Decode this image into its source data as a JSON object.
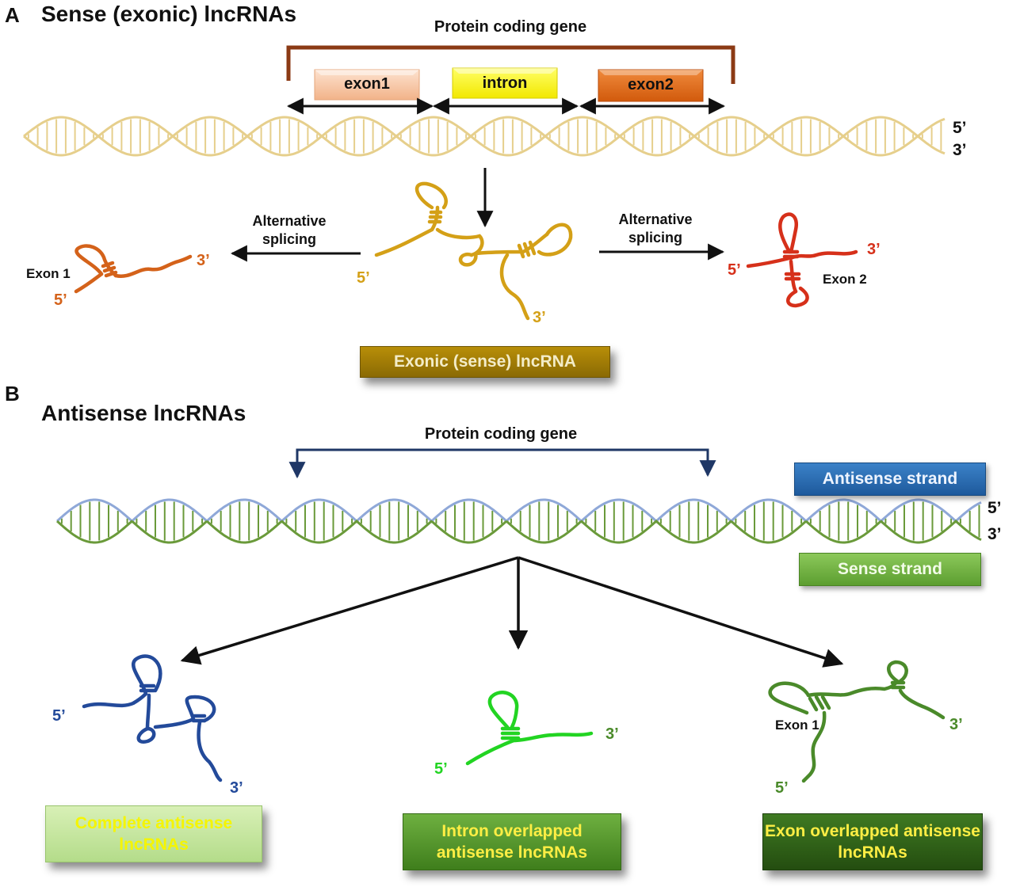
{
  "panel_a": {
    "letter": "A",
    "title": "Sense (exonic) lncRNAs",
    "gene_label": "Protein coding gene",
    "exon1": "exon1",
    "intron": "intron",
    "exon2": "exon2",
    "end_top": "5’",
    "end_bottom": "3’",
    "alt_left": "Alternative splicing",
    "alt_right": "Alternative splicing",
    "left_rna": {
      "exon": "Exon 1",
      "five": "5’",
      "three": "3’"
    },
    "center_rna": {
      "five": "5’",
      "three": "3’"
    },
    "right_rna": {
      "exon": "Exon 2",
      "five": "5’",
      "three": "3’"
    },
    "box": "Exonic (sense) lncRNA"
  },
  "panel_b": {
    "letter": "B",
    "title": "Antisense lncRNAs",
    "gene_label": "Protein coding gene",
    "antisense_strand": "Antisense strand",
    "sense_strand": "Sense strand",
    "end_top": "5’",
    "end_bottom": "3’",
    "left_rna": {
      "five": "5’",
      "three": "3’"
    },
    "mid_rna": {
      "five": "5’",
      "three": "3’"
    },
    "right_rna": {
      "exon": "Exon 1",
      "five": "5’",
      "three": "3’"
    },
    "box_left": "Complete antisense lncRNAs",
    "box_mid": "Intron overlapped antisense lncRNAs",
    "box_right": "Exon overlapped antisense lncRNAs"
  },
  "colors": {
    "dna_a": "#e6cf8c",
    "dna_b_top": "#8fa8d8",
    "dna_b_bottom": "#6a9a3a",
    "gene_bracket_a": "#8b3a14",
    "gene_bracket_b": "#1f3766",
    "rna_left_a": "#d4621a",
    "rna_center_a": "#d4a017",
    "rna_right_a": "#d6301a",
    "rna_left_b": "#234a9a",
    "rna_mid_b": "#22d422",
    "rna_right_b": "#4a8a2a"
  }
}
